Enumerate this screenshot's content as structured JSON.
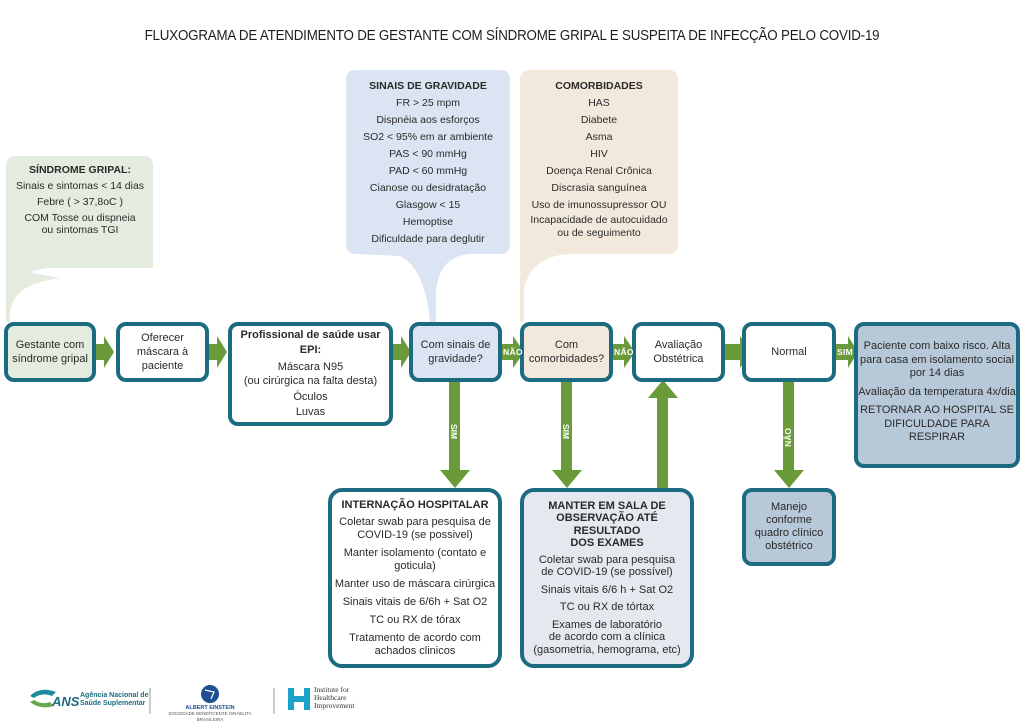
{
  "title": "FLUXOGRAMA DE ATENDIMENTO DE GESTANTE COM SÍNDROME GRIPAL E SUSPEITA DE INFECÇÃO PELO COVID-19",
  "colors": {
    "border": "#1c6b80",
    "arrow": "#6a9a3a",
    "green": "#e4ecdf",
    "blue": "#dbe4f2",
    "tan": "#f2e9dc",
    "slate": "#b7c8d8"
  },
  "callouts": {
    "sindrome": {
      "heading": "SÍNDROME GRIPAL:",
      "lines": [
        "Sinais e sintomas < 14 dias",
        "Febre ( > 37,8oC )",
        "COM Tosse ou dispneia",
        "ou sintomas TGI"
      ]
    },
    "gravidade": {
      "heading": "SINAIS DE GRAVIDADE",
      "lines": [
        "FR > 25 mpm",
        "Dispnéia aos esforços",
        "SO2 < 95% em ar ambiente",
        "PAS < 90 mmHg",
        "PAD < 60 mmHg",
        "Cianose ou desidratação",
        "Glasgow < 15",
        "Hemoptise",
        "Dificuldade para deglutir"
      ]
    },
    "comorbidades": {
      "heading": "COMORBIDADES",
      "lines": [
        "HAS",
        "Diabete",
        "Asma",
        "HIV",
        "Doença Renal Crônica",
        "Discrasia sanguínea",
        "Uso de imunossupressor OU",
        "Incapacidade de autocuidado",
        "ou de seguimento"
      ]
    }
  },
  "nodes": {
    "gestante": [
      "Gestante com",
      "síndrome gripal"
    ],
    "mascara": [
      "Oferecer",
      "máscara à",
      "paciente"
    ],
    "epi": {
      "heading": "Profissional de saúde usar EPI:",
      "lines": [
        "Máscara N95",
        "(ou  cirúrgica  na falta desta)",
        "Óculos",
        "Luvas"
      ]
    },
    "gravidade_q": [
      "Com sinais de",
      "gravidade?"
    ],
    "comorb_q": [
      "Com",
      "comorbidades?"
    ],
    "avaliacao": [
      "Avaliação",
      "Obstétrica"
    ],
    "normal": [
      "Normal"
    ],
    "alta": {
      "lines": [
        "Paciente com baixo risco.  Alta",
        "para casa em isolamento social",
        "por 14 dias"
      ],
      "extra": [
        "Avaliação da temperatura 4x/dia"
      ],
      "warn": [
        "RETORNAR AO HOSPITAL SE",
        "DIFICULDADE PARA RESPIRAR"
      ]
    },
    "internacao": {
      "heading": "INTERNAÇÃO HOSPITALAR",
      "items": [
        [
          "Coletar swab para pesquisa de",
          "COVID-19 (se possivel)"
        ],
        [
          "Manter isolamento (contato e",
          "goticula)"
        ],
        [
          "Manter  uso de máscara cirúrgica"
        ],
        [
          "Sinais vitais de 6/6h + Sat O2"
        ],
        [
          "TC ou RX de tórax"
        ],
        [
          "Tratamento de acordo com",
          "achados clinicos"
        ]
      ]
    },
    "observacao": {
      "heading": [
        "MANTER  EM SALA DE",
        "OBSERVAÇÃO ATÉ RESULTADO",
        "DOS EXAMES"
      ],
      "items": [
        [
          "Coletar swab para pesquisa",
          "de COVID-19 (se possível)"
        ],
        [
          "Sinais vitais 6/6 h + Sat O2"
        ],
        [
          "TC ou RX de tórtax"
        ],
        [
          "Exames de laboratório",
          "de acordo com a clínica",
          "(gasometria, hemograma, etc)"
        ]
      ]
    },
    "manejo": [
      "Manejo",
      "conforme",
      "quadro clínico",
      "obstétrico"
    ]
  },
  "labels": {
    "nao": "NÃO",
    "sim": "SIM"
  },
  "logos": {
    "ans": [
      "ANS",
      "Agência Nacional de",
      "Saúde Suplementar"
    ],
    "einstein": [
      "ALBERT EINSTEIN",
      "SOCIEDADE BENEFICENTE ISRAELITA BRASILEIRA"
    ],
    "ihi": [
      "Institute for",
      "Healthcare",
      "Improvement"
    ]
  }
}
